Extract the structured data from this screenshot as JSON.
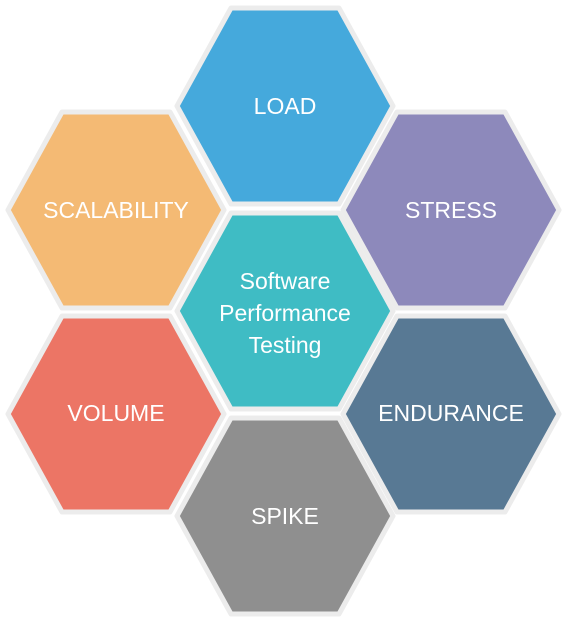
{
  "center": {
    "lines": [
      "Software",
      "Performance",
      "Testing"
    ],
    "color": "#3fbcc4"
  },
  "hexagons": [
    {
      "id": "load",
      "label": "LOAD",
      "color": "#45a9dc"
    },
    {
      "id": "stress",
      "label": "STRESS",
      "color": "#8d89bb"
    },
    {
      "id": "endurance",
      "label": "ENDURANCE",
      "color": "#587994"
    },
    {
      "id": "spike",
      "label": "SPIKE",
      "color": "#8f8f8f"
    },
    {
      "id": "volume",
      "label": "VOLUME",
      "color": "#ec7565"
    },
    {
      "id": "scalability",
      "label": "SCALABILITY",
      "color": "#f4ba74"
    }
  ]
}
